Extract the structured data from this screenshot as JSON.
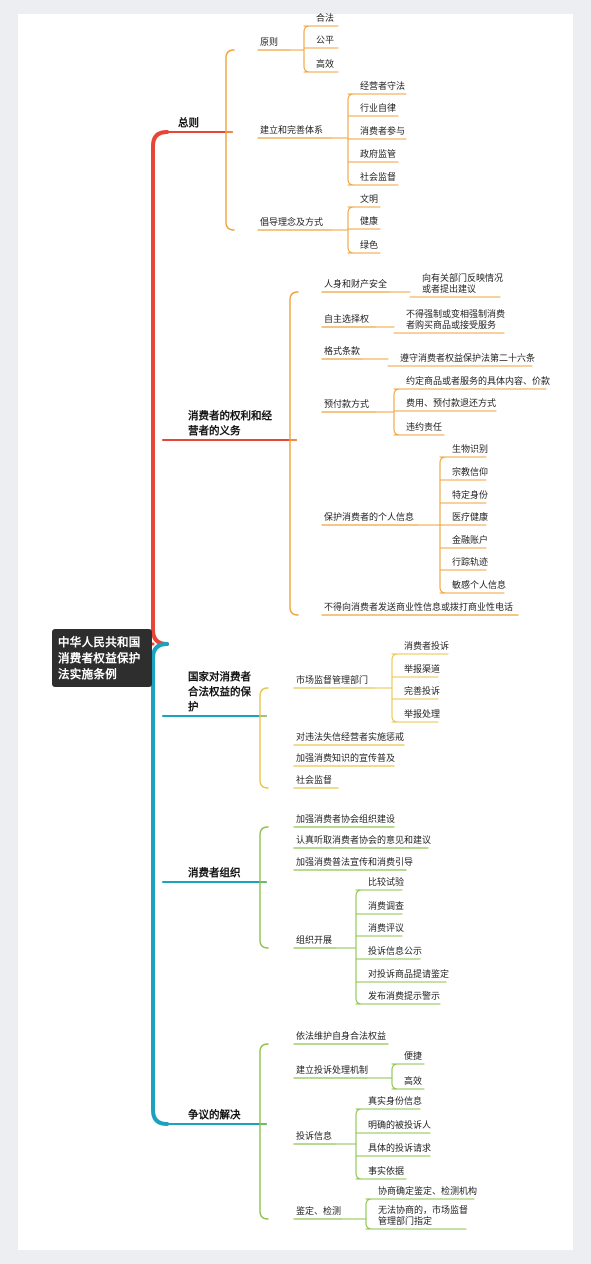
{
  "root": "中华人民共和国消费者权益保护法实施条例",
  "colors": {
    "red": "#e74536",
    "teal": "#1aa2bf",
    "orange": "#f0a23a",
    "yellow": "#e8c54a",
    "green": "#8dc34a"
  },
  "branches": [
    {
      "label": "总则",
      "children": [
        {
          "label": "原则",
          "children": [
            "合法",
            "公平",
            "高效"
          ]
        },
        {
          "label": "建立和完善体系",
          "children": [
            "经营者守法",
            "行业自律",
            "消费者参与",
            "政府监管",
            "社会监督"
          ]
        },
        {
          "label": "倡导理念及方式",
          "children": [
            "文明",
            "健康",
            "绿色"
          ]
        }
      ]
    },
    {
      "label": "消费者的权利和经营者的义务",
      "children": [
        {
          "label": "人身和财产安全",
          "children": [
            "向有关部门反映情况或者提出建议"
          ]
        },
        {
          "label": "自主选择权",
          "children": [
            "不得强制或变相强制消费者购买商品或接受服务"
          ]
        },
        {
          "label": "格式条款",
          "children": [
            "遵守消费者权益保护法第二十六条"
          ]
        },
        {
          "label": "预付款方式",
          "children": [
            "约定商品或者服务的具体内容、价款",
            "费用、预付款退还方式",
            "违约责任"
          ]
        },
        {
          "label": "保护消费者的个人信息",
          "children": [
            "生物识别",
            "宗教信仰",
            "特定身份",
            "医疗健康",
            "金融账户",
            "行踪轨迹",
            "敏感个人信息"
          ]
        },
        {
          "label": "不得向消费者发送商业性信息或拨打商业性电话",
          "children": []
        }
      ]
    },
    {
      "label": "国家对消费者合法权益的保护",
      "children": [
        {
          "label": "市场监督管理部门",
          "children": [
            "消费者投诉",
            "举报渠道",
            "完善投诉",
            "举报处理"
          ]
        },
        {
          "label": "对违法失信经营者实施惩戒",
          "children": []
        },
        {
          "label": "加强消费知识的宣传普及",
          "children": []
        },
        {
          "label": "社会监督",
          "children": []
        }
      ]
    },
    {
      "label": "消费者组织",
      "children": [
        {
          "label": "加强消费者协会组织建设",
          "children": []
        },
        {
          "label": "认真听取消费者协会的意见和建议",
          "children": []
        },
        {
          "label": "加强消费普法宣传和消费引导",
          "children": []
        },
        {
          "label": "组织开展",
          "children": [
            "比较试验",
            "消费调查",
            "消费评议",
            "投诉信息公示",
            "对投诉商品提请鉴定",
            "发布消费提示警示"
          ]
        }
      ]
    },
    {
      "label": "争议的解决",
      "children": [
        {
          "label": "依法维护自身合法权益",
          "children": []
        },
        {
          "label": "建立投诉处理机制",
          "children": [
            "便捷",
            "高效"
          ]
        },
        {
          "label": "投诉信息",
          "children": [
            "真实身份信息",
            "明确的被投诉人",
            "具体的投诉请求",
            "事实依据"
          ]
        },
        {
          "label": "鉴定、检测",
          "children": [
            "协商确定鉴定、检测机构",
            "无法协商的，市场监督管理部门指定"
          ]
        }
      ]
    }
  ]
}
